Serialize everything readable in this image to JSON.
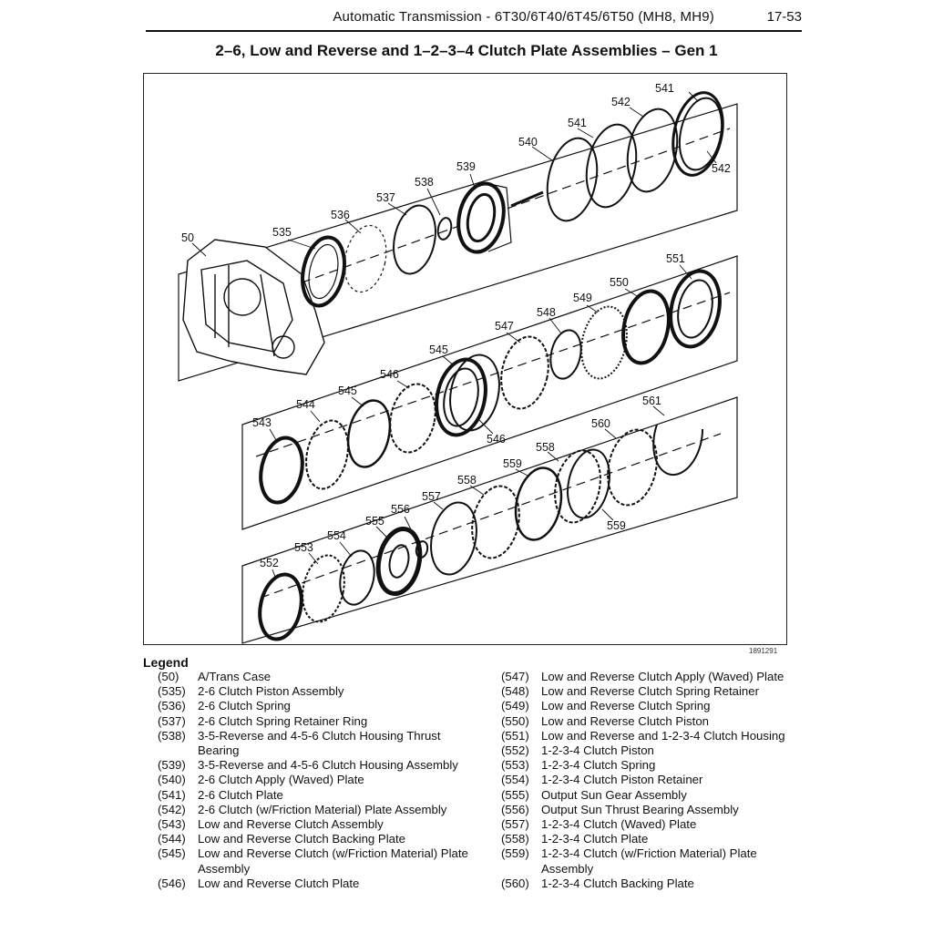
{
  "header": {
    "title": "Automatic Transmission - 6T30/6T40/6T45/6T50 (MH8, MH9)",
    "page": "17-53"
  },
  "section_title": "2–6, Low and Reverse and 1–2–3–4 Clutch Plate Assemblies – Gen 1",
  "figure": {
    "id": "1891291",
    "callouts": [
      {
        "label": "541"
      },
      {
        "label": "542"
      },
      {
        "label": "541"
      },
      {
        "label": "540"
      },
      {
        "label": "542"
      },
      {
        "label": "539"
      },
      {
        "label": "538"
      },
      {
        "label": "537"
      },
      {
        "label": "536"
      },
      {
        "label": "535"
      },
      {
        "label": "50"
      },
      {
        "label": "551"
      },
      {
        "label": "550"
      },
      {
        "label": "549"
      },
      {
        "label": "548"
      },
      {
        "label": "547"
      },
      {
        "label": "545"
      },
      {
        "label": "546"
      },
      {
        "label": "545"
      },
      {
        "label": "544"
      },
      {
        "label": "543"
      },
      {
        "label": "546"
      },
      {
        "label": "561"
      },
      {
        "label": "560"
      },
      {
        "label": "558"
      },
      {
        "label": "559"
      },
      {
        "label": "558"
      },
      {
        "label": "557"
      },
      {
        "label": "556"
      },
      {
        "label": "555"
      },
      {
        "label": "554"
      },
      {
        "label": "553"
      },
      {
        "label": "552"
      },
      {
        "label": "559"
      }
    ]
  },
  "legend": {
    "heading": "Legend",
    "left": [
      {
        "num": "(50)",
        "text": "A/Trans Case"
      },
      {
        "num": "(535)",
        "text": "2-6 Clutch Piston Assembly"
      },
      {
        "num": "(536)",
        "text": "2-6 Clutch Spring"
      },
      {
        "num": "(537)",
        "text": "2-6 Clutch Spring Retainer Ring"
      },
      {
        "num": "(538)",
        "text": "3-5-Reverse and 4-5-6 Clutch Housing Thrust Bearing"
      },
      {
        "num": "(539)",
        "text": "3-5-Reverse and 4-5-6 Clutch Housing Assembly"
      },
      {
        "num": "(540)",
        "text": "2-6 Clutch Apply (Waved) Plate"
      },
      {
        "num": "(541)",
        "text": "2-6 Clutch Plate"
      },
      {
        "num": "(542)",
        "text": "2-6 Clutch (w/Friction Material) Plate Assembly"
      },
      {
        "num": "(543)",
        "text": "Low and Reverse Clutch Assembly"
      },
      {
        "num": "(544)",
        "text": "Low and Reverse Clutch Backing Plate"
      },
      {
        "num": "(545)",
        "text": "Low and Reverse Clutch (w/Friction Material) Plate Assembly"
      },
      {
        "num": "(546)",
        "text": "Low and Reverse Clutch Plate"
      }
    ],
    "right": [
      {
        "num": "(547)",
        "text": "Low and Reverse Clutch Apply (Waved) Plate"
      },
      {
        "num": "(548)",
        "text": "Low and Reverse Clutch Spring Retainer"
      },
      {
        "num": "(549)",
        "text": "Low and Reverse Clutch Spring"
      },
      {
        "num": "(550)",
        "text": "Low and Reverse Clutch Piston"
      },
      {
        "num": "(551)",
        "text": "Low and Reverse and 1-2-3-4 Clutch Housing"
      },
      {
        "num": "(552)",
        "text": "1-2-3-4 Clutch Piston"
      },
      {
        "num": "(553)",
        "text": "1-2-3-4 Clutch Spring"
      },
      {
        "num": "(554)",
        "text": "1-2-3-4 Clutch Piston Retainer"
      },
      {
        "num": "(555)",
        "text": "Output Sun Gear Assembly"
      },
      {
        "num": "(556)",
        "text": "Output Sun Thrust Bearing Assembly"
      },
      {
        "num": "(557)",
        "text": "1-2-3-4 Clutch (Waved) Plate"
      },
      {
        "num": "(558)",
        "text": "1-2-3-4 Clutch Plate"
      },
      {
        "num": "(559)",
        "text": "1-2-3-4 Clutch (w/Friction Material) Plate Assembly"
      },
      {
        "num": "(560)",
        "text": "1-2-3-4 Clutch Backing Plate"
      }
    ]
  }
}
